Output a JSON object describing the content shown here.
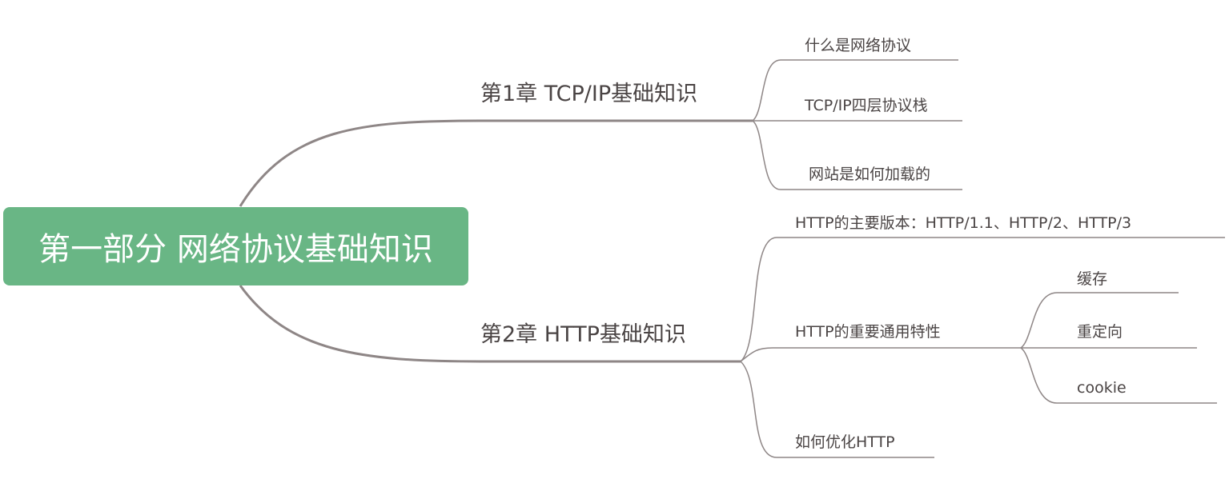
{
  "root": {
    "label": "第一部分 网络协议基础知识",
    "color": "#69b685"
  },
  "chapters": [
    {
      "label": "第1章 TCP/IP基础知识",
      "children": [
        "什么是网络协议",
        "TCP/IP四层协议栈",
        "网站是如何加载的"
      ]
    },
    {
      "label": "第2章 HTTP基础知识",
      "children": [
        "HTTP的主要版本：HTTP/1.1、HTTP/2、HTTP/3",
        "HTTP的重要通用特性",
        "如何优化HTTP"
      ],
      "features": [
        "缓存",
        "重定向",
        "cookie"
      ]
    }
  ],
  "line_color": "#8e8686"
}
